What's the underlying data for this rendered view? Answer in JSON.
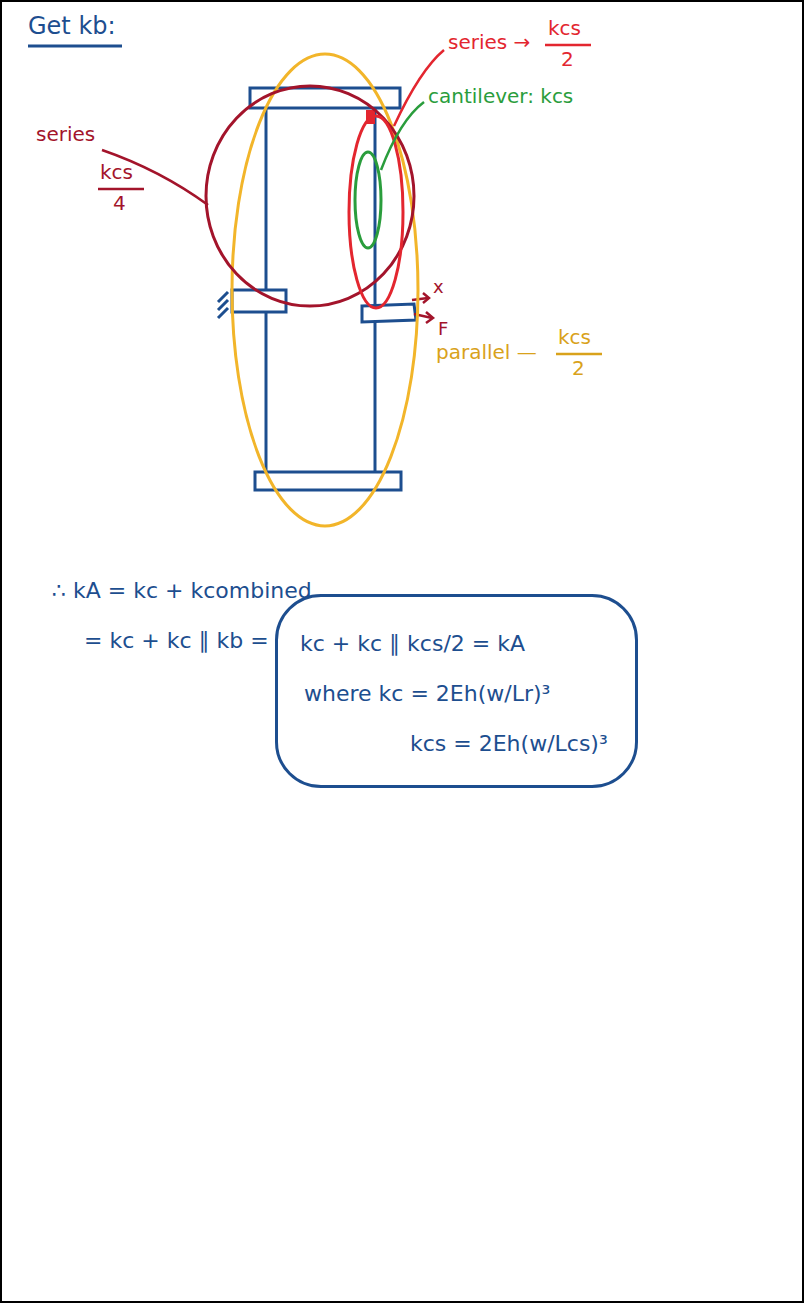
{
  "diagram": {
    "title": "Get kb:",
    "nodes": [
      {
        "text": [
          "kc + kc ∥ kcs/2 = kA",
          "where kc = 2Eh(w/Lr)³",
          "kcs = 2Eh(w/Lcs)³"
        ]
      }
    ],
    "labels": [
      "series",
      "kcs",
      "4",
      "series →",
      "kcs",
      "2",
      "cantilever: kcs",
      "x",
      "F",
      "parallel —",
      "kcs",
      "2",
      "∴ kA = kc + kcombined",
      "= kc + kc ∥ kb ="
    ]
  }
}
